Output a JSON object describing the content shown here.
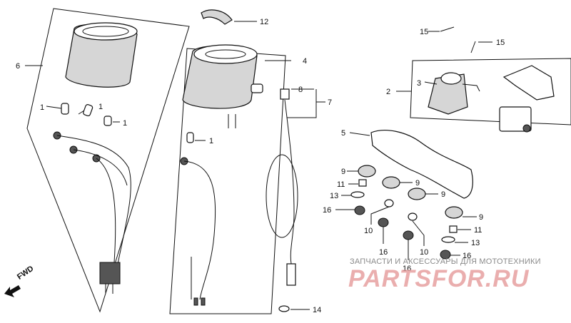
{
  "callouts": {
    "c1a": "1",
    "c1b": "1",
    "c1c": "1",
    "c1d": "1",
    "c2": "2",
    "c3": "3",
    "c4": "4",
    "c5": "5",
    "c6": "6",
    "c7": "7",
    "c8": "8",
    "c9a": "9",
    "c9b": "9",
    "c9c": "9",
    "c9d": "9",
    "c10a": "10",
    "c10b": "10",
    "c11a": "11",
    "c11b": "11",
    "c12": "12",
    "c13a": "13",
    "c13b": "13",
    "c14": "14",
    "c15a": "15",
    "c15b": "15",
    "c16a": "16",
    "c16b": "16",
    "c16c": "16",
    "c16d": "16"
  },
  "direction_label": "FWD",
  "watermark": {
    "line1": "ЗАПЧАСТИ И АКСЕССУАРЫ ДЛЯ МОТОТЕХНИКИ",
    "line2": "PARTSFOR.RU"
  }
}
